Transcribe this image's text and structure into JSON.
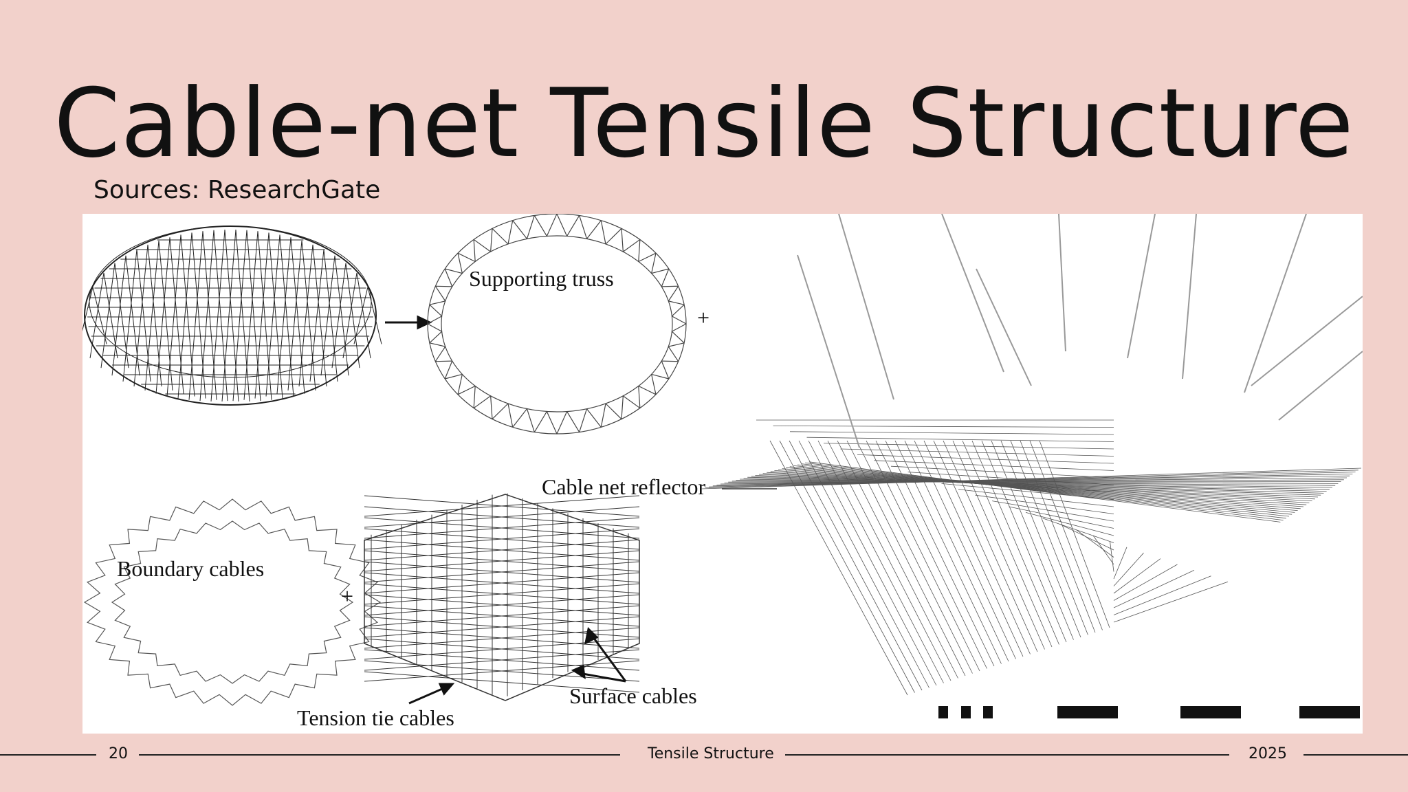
{
  "slide": {
    "title": "Cable-net Tensile Structure",
    "source": "Sources: ResearchGate"
  },
  "figure": {
    "labels": {
      "supporting_truss": "Supporting truss",
      "cable_net_reflector": "Cable net reflector",
      "boundary_cables": "Boundary cables",
      "surface_cables": "Surface cables",
      "tension_tie_cables": "Tension tie cables",
      "plus": "+"
    }
  },
  "footer": {
    "page_number": "20",
    "center_text": "Tensile Structure",
    "year": "2025"
  },
  "colors": {
    "background": "#f2d1cb",
    "text": "#111111"
  }
}
